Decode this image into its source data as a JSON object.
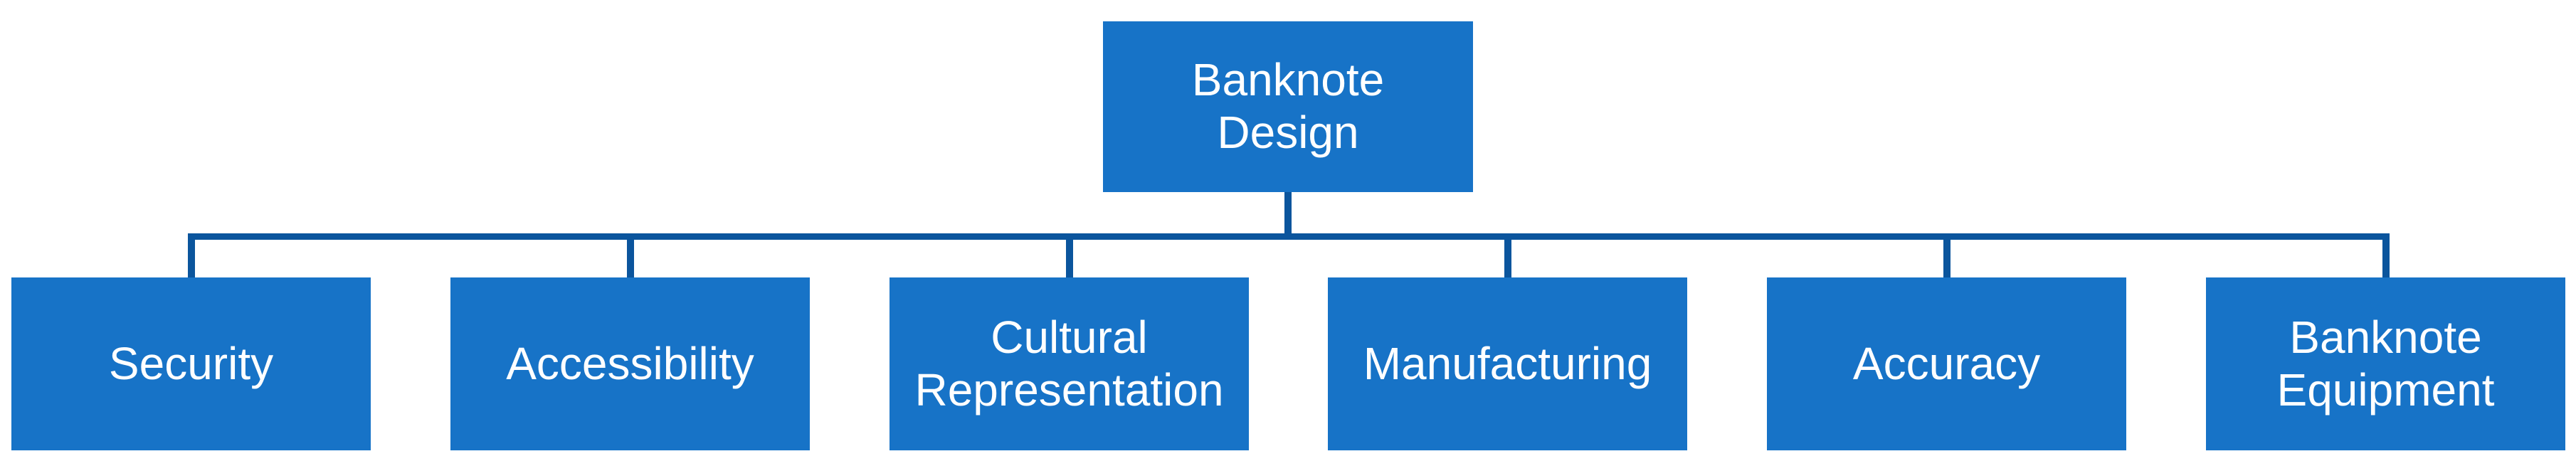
{
  "diagram": {
    "type": "hierarchy",
    "title": "Banknote Design hierarchy diagram",
    "root": {
      "label": "Banknote Design"
    },
    "children": [
      {
        "label": "Security"
      },
      {
        "label": "Accessibility"
      },
      {
        "label": "Cultural Representation"
      },
      {
        "label": "Manufacturing"
      },
      {
        "label": "Accuracy"
      },
      {
        "label": "Banknote Equipment"
      }
    ],
    "colors": {
      "node_fill": "#1773c7",
      "connector": "#0b559d",
      "text": "#ffffff",
      "background": "#ffffff"
    }
  }
}
